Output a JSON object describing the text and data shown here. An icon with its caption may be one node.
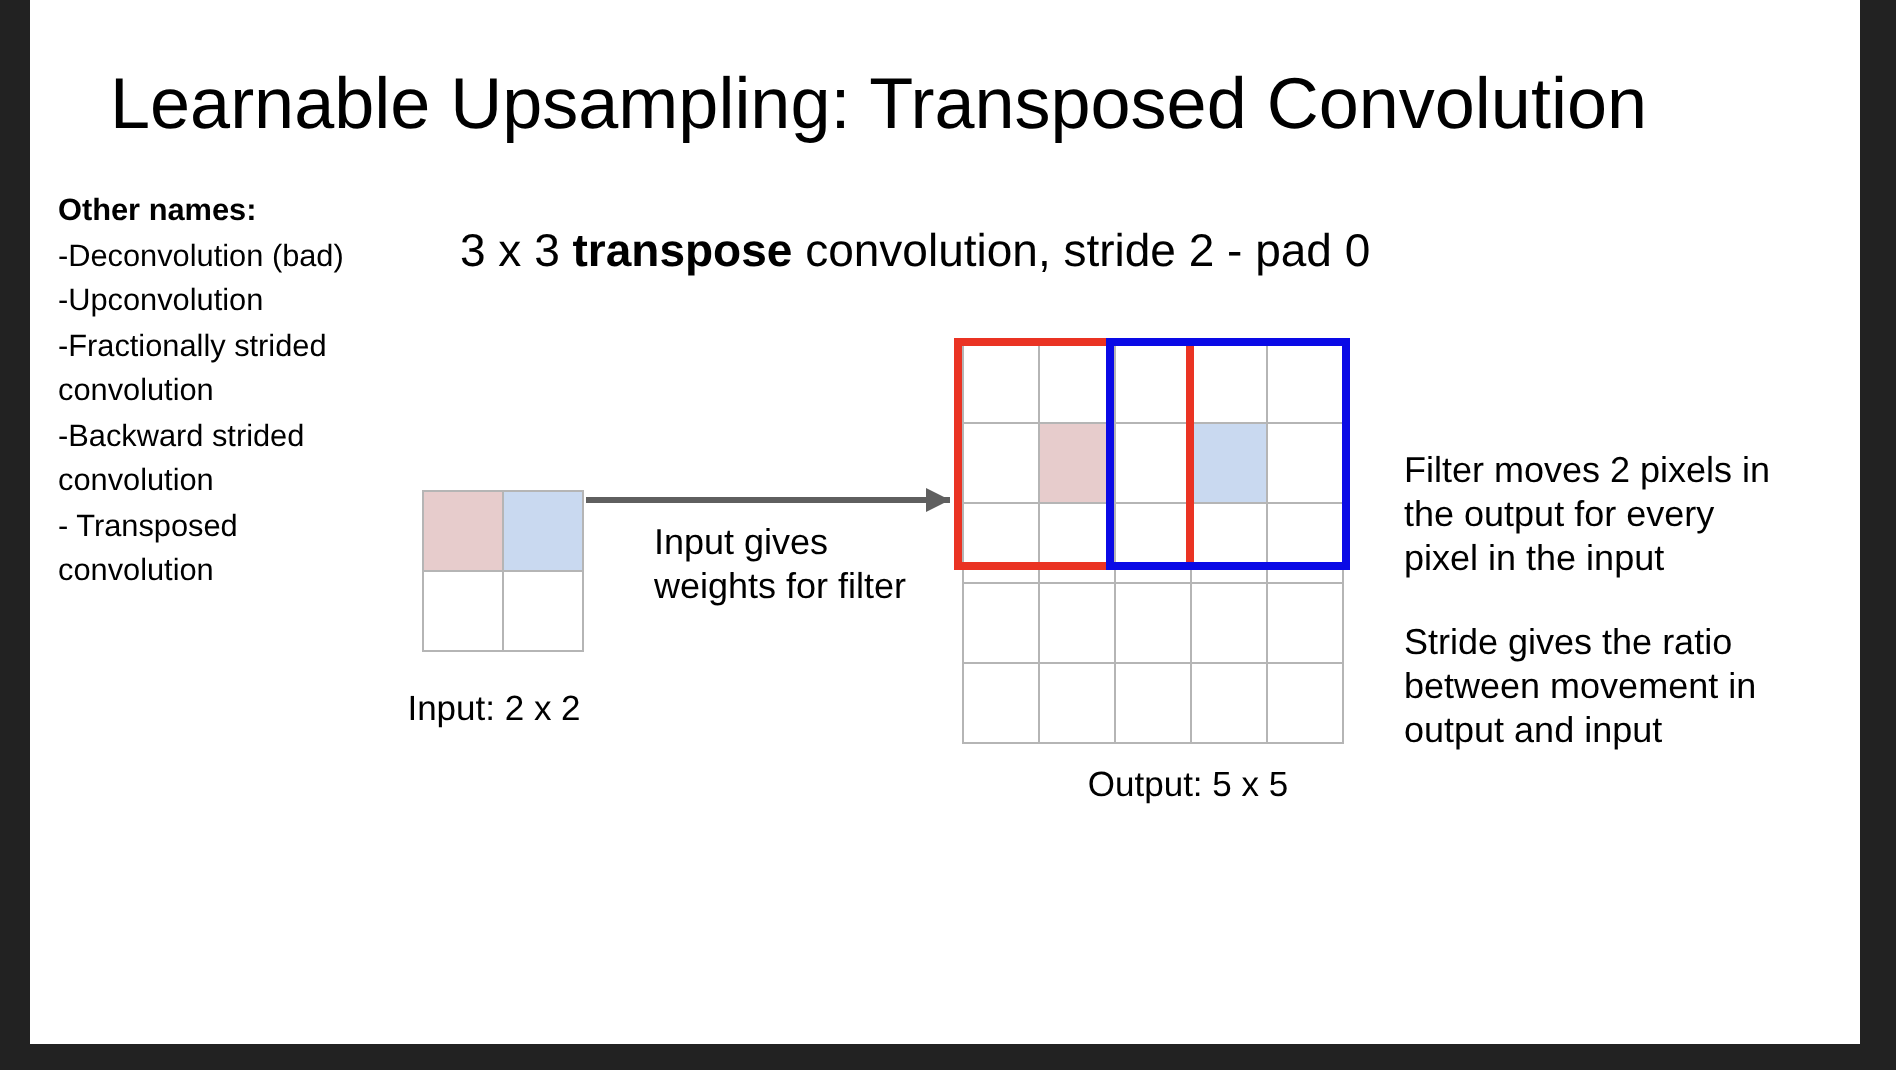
{
  "diagram": {
    "title": "Learnable Upsampling: Transposed Convolution",
    "nodes": [
      {
        "text": [],
        "shape": "grid",
        "beside": [
          "Input: 2 x 2"
        ]
      },
      {
        "text": [],
        "shape": "grid",
        "beside": [
          "Output: 5 x 5"
        ]
      }
    ],
    "edges": [
      {
        "from": 0,
        "to": 1,
        "arrow": "to",
        "label": "Input gives weights for filter"
      }
    ],
    "labels": [
      "Other names:",
      "-Deconvolution (bad)",
      "-Upconvolution",
      "-Fractionally strided convolution",
      "-Backward strided convolution",
      "- Transposed convolution",
      "3 x 3 **transpose** convolution, stride 2 - pad 0",
      "Filter moves 2 pixels in the output for every pixel in the input",
      "Stride gives the ratio between movement in output and input"
    ]
  }
}
